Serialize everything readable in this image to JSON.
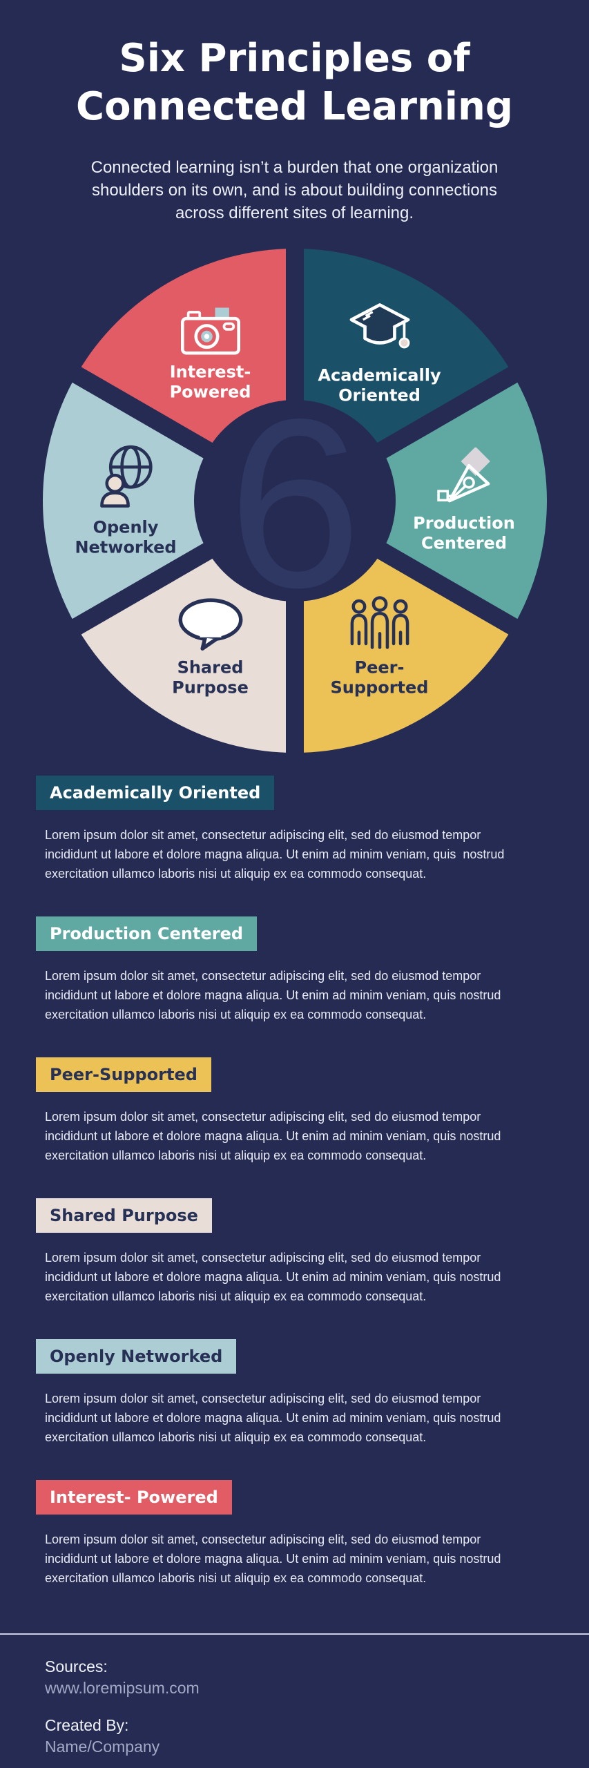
{
  "page": {
    "background": "#262b54",
    "title_lines": [
      "Six Principles of",
      "Connected Learning"
    ],
    "subtitle_lines": [
      "Connected learning isn’t a burden that one organization",
      "shoulders on its own, and is about building connections",
      "across different sites of learning."
    ]
  },
  "wheel": {
    "center_number": "6",
    "number_color": "#2e3862",
    "segments": [
      {
        "id": "academically-oriented",
        "label_lines": [
          "Academically",
          "Oriented"
        ],
        "color": "#1a5068",
        "text_color": "#ffffff",
        "icon": "grad-cap-icon",
        "compass_start": 0,
        "compass_end": 60
      },
      {
        "id": "production-centered",
        "label_lines": [
          "Production",
          "Centered"
        ],
        "color": "#60a9a2",
        "text_color": "#ffffff",
        "icon": "pen-nib-icon",
        "compass_start": 60,
        "compass_end": 120
      },
      {
        "id": "peer-supported",
        "label_lines": [
          "Peer-",
          "Supported"
        ],
        "color": "#ecc257",
        "text_color": "#273156",
        "icon": "people-icon",
        "compass_start": 120,
        "compass_end": 180
      },
      {
        "id": "shared-purpose",
        "label_lines": [
          "Shared",
          "Purpose"
        ],
        "color": "#e9ded7",
        "text_color": "#273156",
        "icon": "speech-bubble-icon",
        "compass_start": 180,
        "compass_end": 240
      },
      {
        "id": "openly-networked",
        "label_lines": [
          "Openly",
          "Networked"
        ],
        "color": "#accdd4",
        "text_color": "#273156",
        "icon": "globe-person-icon",
        "compass_start": 240,
        "compass_end": 300
      },
      {
        "id": "interest-powered",
        "label_lines": [
          "Interest-",
          "Powered"
        ],
        "color": "#e15c65",
        "text_color": "#ffffff",
        "icon": "camera-icon",
        "compass_start": 300,
        "compass_end": 360
      }
    ]
  },
  "sections": [
    {
      "id": "academically-oriented",
      "title": "Academically Oriented",
      "color": "#1a5068",
      "text_color": "#ffffff",
      "body_lines": [
        "Lorem ipsum dolor sit amet, consectetur adipiscing elit, sed do eiusmod tempor",
        "incididunt ut labore et dolore magna aliqua. Ut enim ad minim veniam, quis  nostrud",
        "exercitation ullamco laboris nisi ut aliquip ex ea commodo consequat."
      ]
    },
    {
      "id": "production-centered",
      "title": "Production Centered",
      "color": "#60a9a2",
      "text_color": "#ffffff",
      "body_lines": [
        "Lorem ipsum dolor sit amet, consectetur adipiscing elit, sed do eiusmod tempor",
        "incididunt ut labore et dolore magna aliqua. Ut enim ad minim veniam, quis nostrud",
        "exercitation ullamco laboris nisi ut aliquip ex ea commodo consequat."
      ]
    },
    {
      "id": "peer-supported",
      "title": "Peer-Supported",
      "color": "#ecc257",
      "text_color": "#273156",
      "body_lines": [
        "Lorem ipsum dolor sit amet, consectetur adipiscing elit, sed do eiusmod tempor",
        "incididunt ut labore et dolore magna aliqua. Ut enim ad minim veniam, quis nostrud",
        "exercitation ullamco laboris nisi ut aliquip ex ea commodo consequat."
      ]
    },
    {
      "id": "shared-purpose",
      "title": "Shared Purpose",
      "color": "#e9ded7",
      "text_color": "#273156",
      "body_lines": [
        "Lorem ipsum dolor sit amet, consectetur adipiscing elit, sed do eiusmod tempor",
        "incididunt ut labore et dolore magna aliqua. Ut enim ad minim veniam, quis nostrud",
        "exercitation ullamco laboris nisi ut aliquip ex ea commodo consequat."
      ]
    },
    {
      "id": "openly-networked",
      "title": "Openly Networked",
      "color": "#accdd4",
      "text_color": "#273156",
      "body_lines": [
        "Lorem ipsum dolor sit amet, consectetur adipiscing elit, sed do eiusmod tempor",
        "incididunt ut labore et dolore magna aliqua. Ut enim ad minim veniam, quis nostrud",
        "exercitation ullamco laboris nisi ut aliquip ex ea commodo consequat."
      ]
    },
    {
      "id": "interest-powered",
      "title": "Interest- Powered",
      "color": "#e15c65",
      "text_color": "#ffffff",
      "body_lines": [
        "Lorem ipsum dolor sit amet, consectetur adipiscing elit, sed do eiusmod tempor",
        "incididunt ut labore et dolore magna aliqua. Ut enim ad minim veniam, quis nostrud",
        "exercitation ullamco laboris nisi ut aliquip ex ea commodo consequat."
      ]
    }
  ],
  "footer": {
    "sources_label": "Sources:",
    "sources_value": "www.loremipsum.com",
    "created_label": "Created By:",
    "created_value": "Name/Company"
  }
}
